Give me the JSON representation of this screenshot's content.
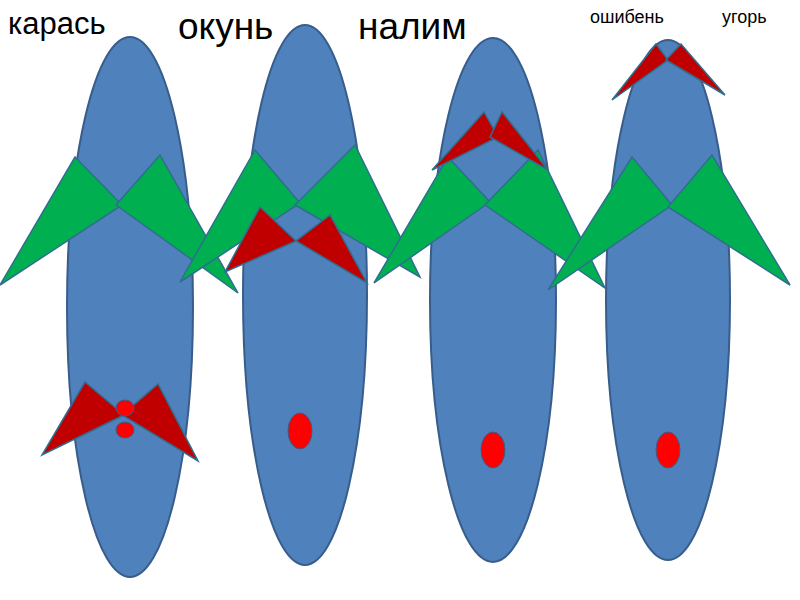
{
  "diagram": {
    "labels": [
      "карась",
      "окунь",
      "налим",
      "ошибень",
      "угорь"
    ]
  }
}
